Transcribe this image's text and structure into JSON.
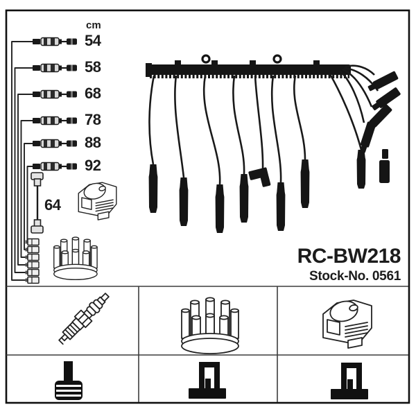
{
  "product": {
    "part_number": "RC-BW218",
    "stock_no_label": "Stock-No. 0561"
  },
  "length_table": {
    "unit_header": "cm",
    "lengths": [
      "54",
      "58",
      "68",
      "78",
      "88",
      "92"
    ],
    "coil_lead_length": "64"
  },
  "diagram": {
    "left_illustrations": [
      "cable-set-lengths",
      "coil-lead",
      "ignition-coil",
      "distributor-cap"
    ],
    "photo": "ignition-cable-kit-with-rail"
  },
  "legend": {
    "top_row_icons": [
      "spark-plug-icon",
      "distributor-cap-icon",
      "ignition-coil-icon"
    ],
    "bottom_row_icons": [
      "stacked-disc-terminal-icon",
      "din-tower-terminal-icon",
      "din-tower-terminal-icon"
    ]
  },
  "colors": {
    "background": "#ffffff",
    "frame_border": "#101010",
    "grid_line": "#3c3c3c",
    "line_art": "#222222",
    "photo_black": "#151515",
    "barrel_gray": "#d9d9d9"
  }
}
